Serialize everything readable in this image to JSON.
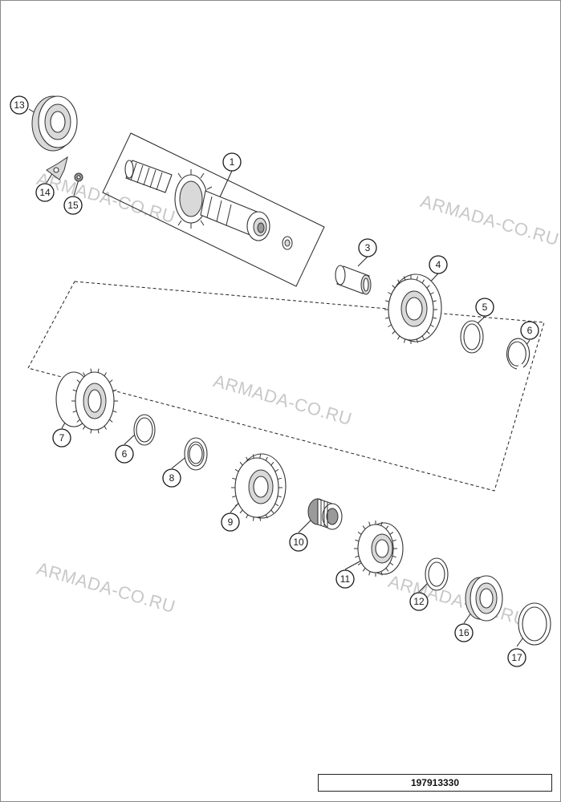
{
  "watermarks": [
    "ARMADA-CO.RU",
    "ARMADA-CO.RU",
    "ARMADA-CO.RU",
    "ARMADA-CO.RU",
    "ARMADA-CO.RU"
  ],
  "callouts": {
    "c1": "1",
    "c3": "3",
    "c4": "4",
    "c5": "5",
    "c6a": "6",
    "c6b": "6",
    "c7": "7",
    "c8": "8",
    "c9": "9",
    "c10": "10",
    "c11": "11",
    "c12": "12",
    "c13": "13",
    "c14": "14",
    "c15": "15",
    "c16": "16",
    "c17": "17"
  },
  "footer": {
    "drawing_number": "197913330"
  },
  "colors": {
    "line": "#222222",
    "shade": "#d9d9d9",
    "watermark": "#c8c8c8"
  }
}
